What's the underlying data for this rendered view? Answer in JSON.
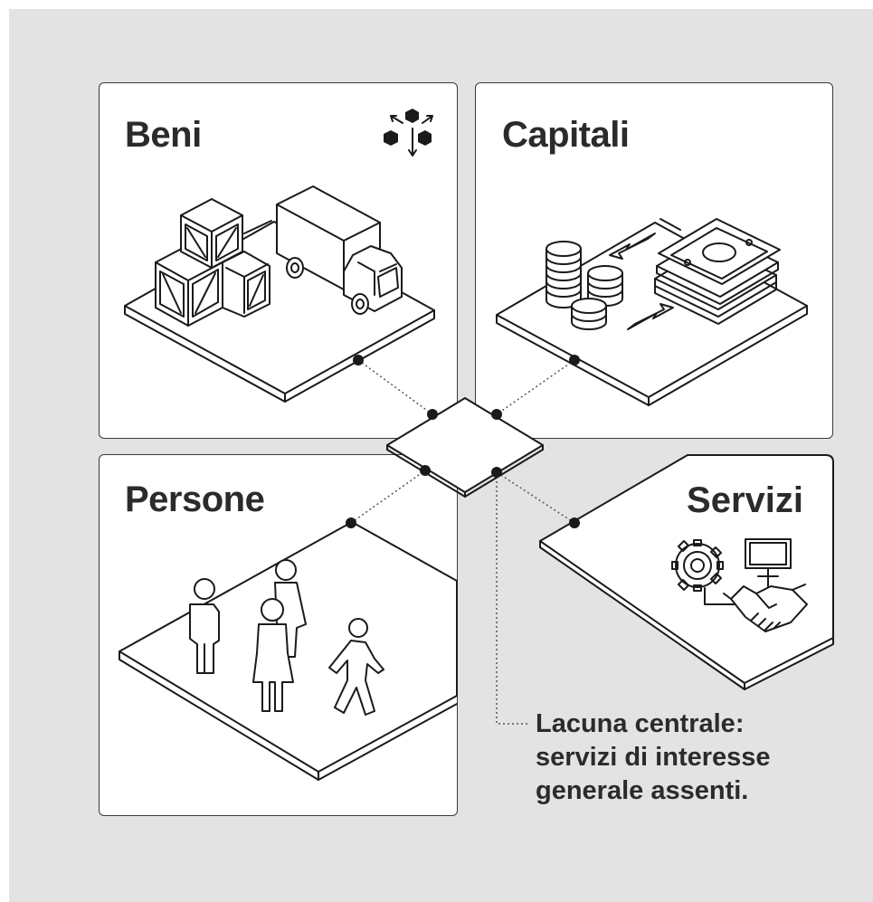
{
  "panels": {
    "beni": {
      "title": "Beni",
      "icon": "cubes-distribution-icon"
    },
    "capitali": {
      "title": "Capitali",
      "icon": "coins-and-banknotes-icon"
    },
    "persone": {
      "title": "Persone",
      "icon": "people-icon"
    },
    "servizi": {
      "title": "Servizi",
      "icon": "gear-monitor-handshake-icon"
    }
  },
  "callout": {
    "lines": [
      "Lacuna centrale:",
      "servizi di interesse",
      "generale assenti."
    ]
  },
  "colors": {
    "background": "#e3e3e3",
    "panel": "#ffffff",
    "ink": "#2b2b2b",
    "line": "#1a1a1a"
  }
}
